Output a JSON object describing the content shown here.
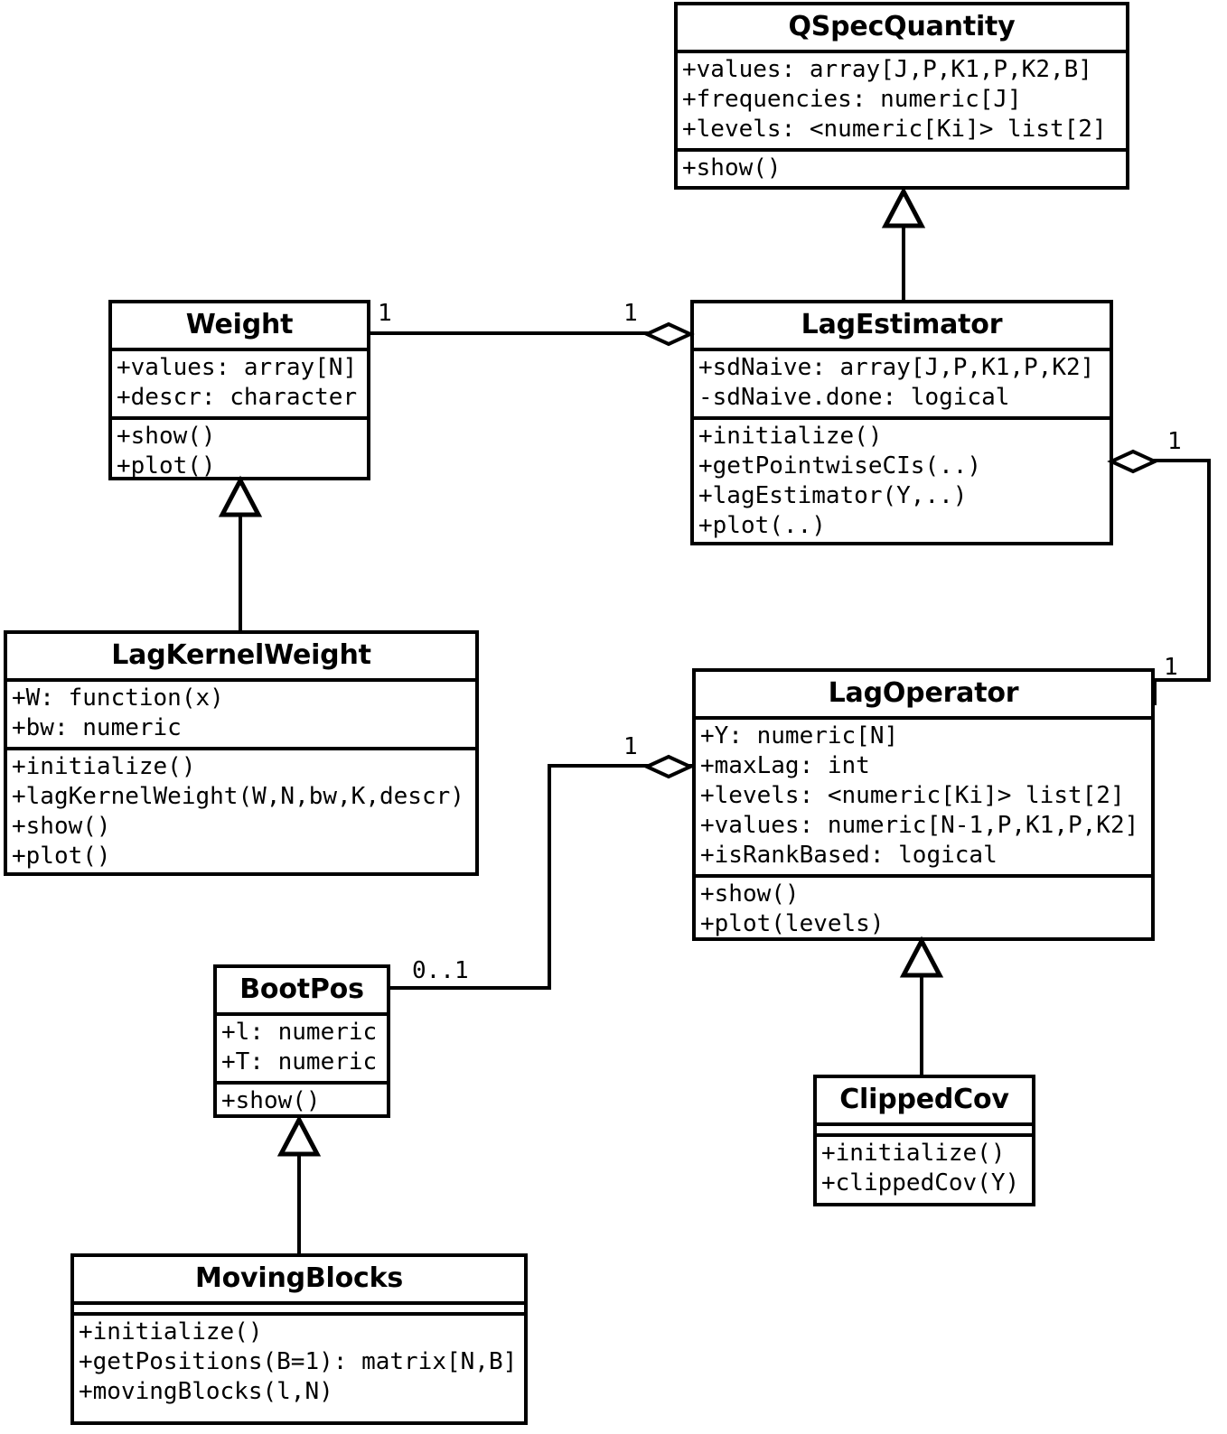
{
  "diagram": {
    "title": "UML class diagram",
    "type": "uml-class-diagram",
    "stroke_color": "#000000",
    "fill_color": "#ffffff"
  },
  "classes": {
    "qspecquantity": {
      "name": "QSpecQuantity",
      "attributes": [
        "+values: array[J,P,K1,P,K2,B]",
        "+frequencies: numeric[J]",
        "+levels: <numeric[Ki]> list[2]"
      ],
      "operations": [
        "+show()"
      ]
    },
    "weight": {
      "name": "Weight",
      "attributes": [
        "+values: array[N]",
        "+descr: character"
      ],
      "operations": [
        "+show()",
        "+plot()"
      ]
    },
    "lagestimator": {
      "name": "LagEstimator",
      "attributes": [
        "+sdNaive: array[J,P,K1,P,K2]",
        "-sdNaive.done: logical"
      ],
      "operations": [
        "+initialize()",
        "+getPointwiseCIs(..)",
        "+lagEstimator(Y,..)",
        "+plot(..)"
      ]
    },
    "lagkernelweight": {
      "name": "LagKernelWeight",
      "attributes": [
        "+W: function(x)",
        "+bw: numeric"
      ],
      "operations": [
        "+initialize()",
        "+lagKernelWeight(W,N,bw,K,descr)",
        "+show()",
        "+plot()"
      ]
    },
    "lagoperator": {
      "name": "LagOperator",
      "attributes": [
        "+Y: numeric[N]",
        "+maxLag: int",
        "+levels: <numeric[Ki]> list[2]",
        "+values: numeric[N-1,P,K1,P,K2]",
        "+isRankBased: logical"
      ],
      "operations": [
        "+show()",
        "+plot(levels)"
      ]
    },
    "bootpos": {
      "name": "BootPos",
      "attributes": [
        "+l: numeric",
        "+T: numeric"
      ],
      "operations": [
        "+show()"
      ]
    },
    "clippedcov": {
      "name": "ClippedCov",
      "attributes": [],
      "operations": [
        "+initialize()",
        "+clippedCov(Y)"
      ]
    },
    "movingblocks": {
      "name": "MovingBlocks",
      "attributes": [],
      "operations": [
        "+initialize()",
        "+getPositions(B=1): matrix[N,B]",
        "+movingBlocks(l,N)"
      ]
    }
  },
  "relationships": {
    "inheritance": [
      {
        "from": "LagEstimator",
        "to": "QSpecQuantity"
      },
      {
        "from": "LagKernelWeight",
        "to": "Weight"
      },
      {
        "from": "ClippedCov",
        "to": "LagOperator"
      },
      {
        "from": "MovingBlocks",
        "to": "BootPos"
      }
    ],
    "aggregation": [
      {
        "whole": "LagEstimator",
        "part": "Weight",
        "whole_multiplicity": "1",
        "part_multiplicity": "1"
      },
      {
        "whole": "LagEstimator",
        "part": "LagOperator",
        "whole_multiplicity": "1",
        "part_multiplicity": "1"
      },
      {
        "whole": "LagOperator",
        "part": "BootPos",
        "whole_multiplicity": "1",
        "part_multiplicity": "0..1"
      }
    ]
  },
  "multiplicities": {
    "weight_end": "1",
    "lagestimator_weight_end": "1",
    "lagestimator_right_end": "1",
    "lagoperator_top_end": "1",
    "lagoperator_bootpos_end": "1",
    "bootpos_end": "0..1"
  }
}
